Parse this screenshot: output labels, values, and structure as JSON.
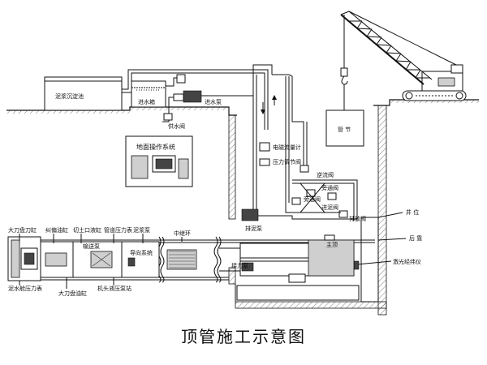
{
  "title": "顶管施工示意图",
  "surface": {
    "mud_tank": "泥浆沉淀池",
    "water_tank": "进水箱",
    "water_pump": "进水泵",
    "supply_valve": "供水阀",
    "pipe_section": "管 节"
  },
  "control_room": "地面操作系统",
  "shaft": {
    "flow_meter": "电磁流量计",
    "pressure_valve": "压力调节阀",
    "reverse_valve": "逆流阀",
    "bypass_valve": "旁通阀",
    "feed_valve": "进泥阀",
    "discharge_valve": "排放阀",
    "slurry_pump": "排泥泵",
    "well_position": "井 位",
    "back_wall": "后 靠",
    "main_jack": "主顶",
    "laser": "激光经纬仪",
    "relay_pump": "接力泵"
  },
  "machine": {
    "top_labels": [
      "大刀盘刀缸",
      "纠偏油缸",
      "切土口液缸",
      "管道压力表",
      "泥浆泵",
      "中继环"
    ],
    "inner_labels": [
      "输送泵",
      "导向系统"
    ],
    "bottom_labels": [
      "泥水舱压力表",
      "大刀盘油缸",
      "机头液压泵站"
    ]
  }
}
